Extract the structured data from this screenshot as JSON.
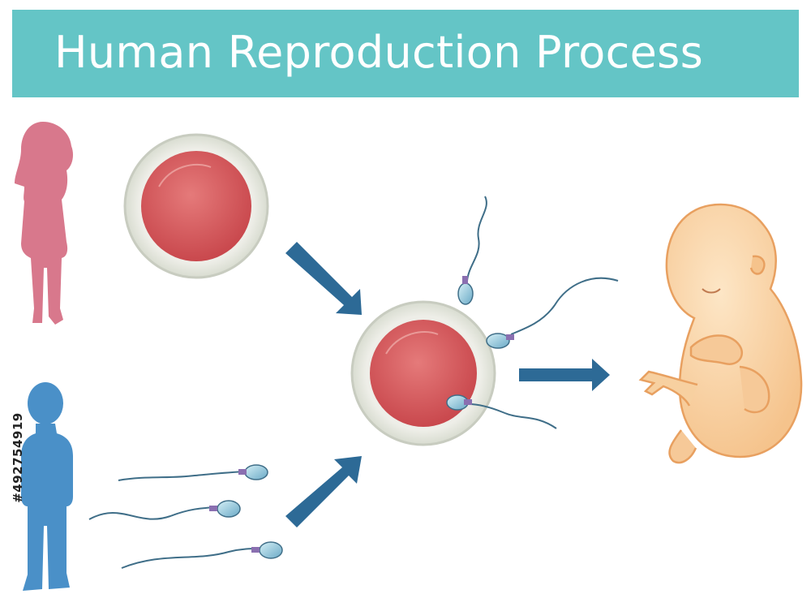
{
  "title": "Human Reproduction Process",
  "watermark_id": "#492754919",
  "colors": {
    "banner": "#64c5c6",
    "female": "#d8788c",
    "male": "#4a90c8",
    "egg_core": "#d4595d",
    "arrow": "#2d6a96",
    "embryo": "#f7d0a0"
  },
  "stages": [
    "female",
    "egg",
    "male",
    "sperm",
    "fertilized-egg",
    "embryo"
  ]
}
